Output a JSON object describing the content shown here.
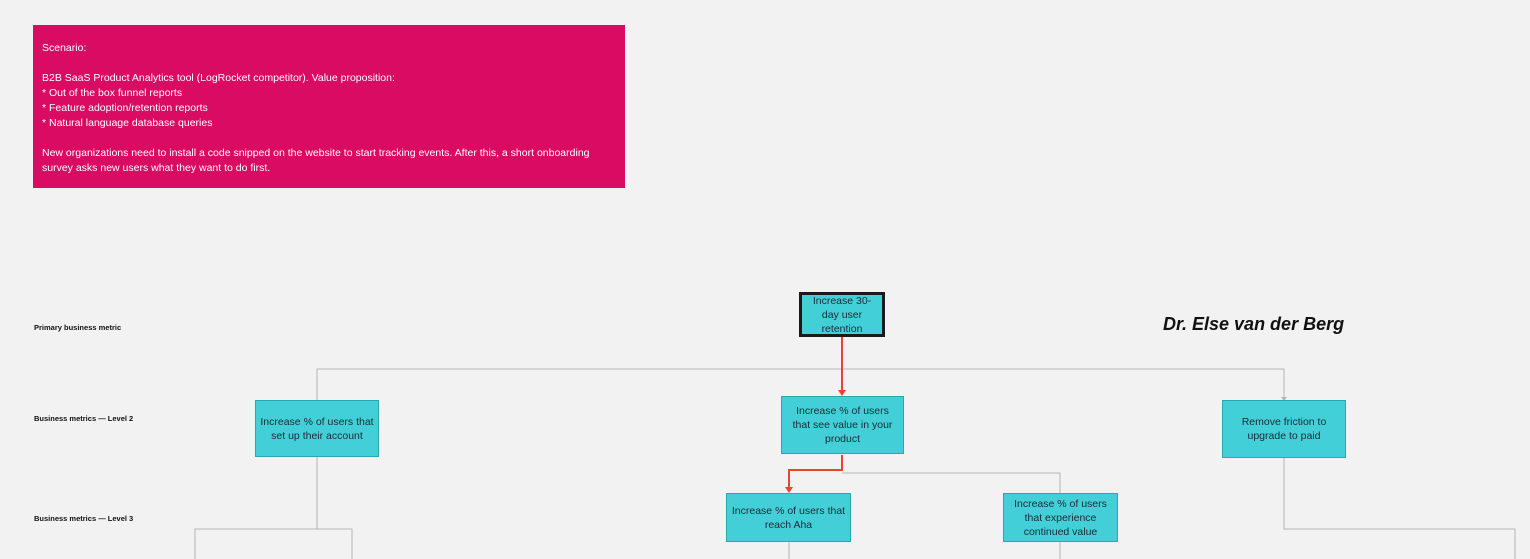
{
  "scenario": {
    "line1": "Scenario:",
    "line2": "B2B SaaS Product Analytics tool (LogRocket competitor). Value proposition:",
    "line3": "* Out of the box funnel reports",
    "line4": "* Feature adoption/retention reports",
    "line5": "* Natural language database queries",
    "line6": "New organizations need to install a code snipped on the website to start tracking events. After this, a short onboarding survey asks new users what they want to do first."
  },
  "row_labels": {
    "primary": "Primary business metric",
    "level2": "Business metrics — Level 2",
    "level3": "Business metrics — Level 3"
  },
  "nodes": {
    "retention": "Increase 30-day user retention",
    "setup_account": "Increase % of users that set up their account",
    "see_value": "Increase % of users that see value in your product",
    "upgrade": "Remove friction to upgrade to paid",
    "reach_aha": "Increase % of users that reach Aha",
    "continued_value": "Increase % of users that experience continued value"
  },
  "author": "Dr. Else van der Berg",
  "colors": {
    "scenario_bg": "#d90b63",
    "node_fill": "#43cfd8",
    "highlight_path": "#e8452c",
    "connector": "#b5b5b5",
    "canvas": "#f2f2f2"
  }
}
